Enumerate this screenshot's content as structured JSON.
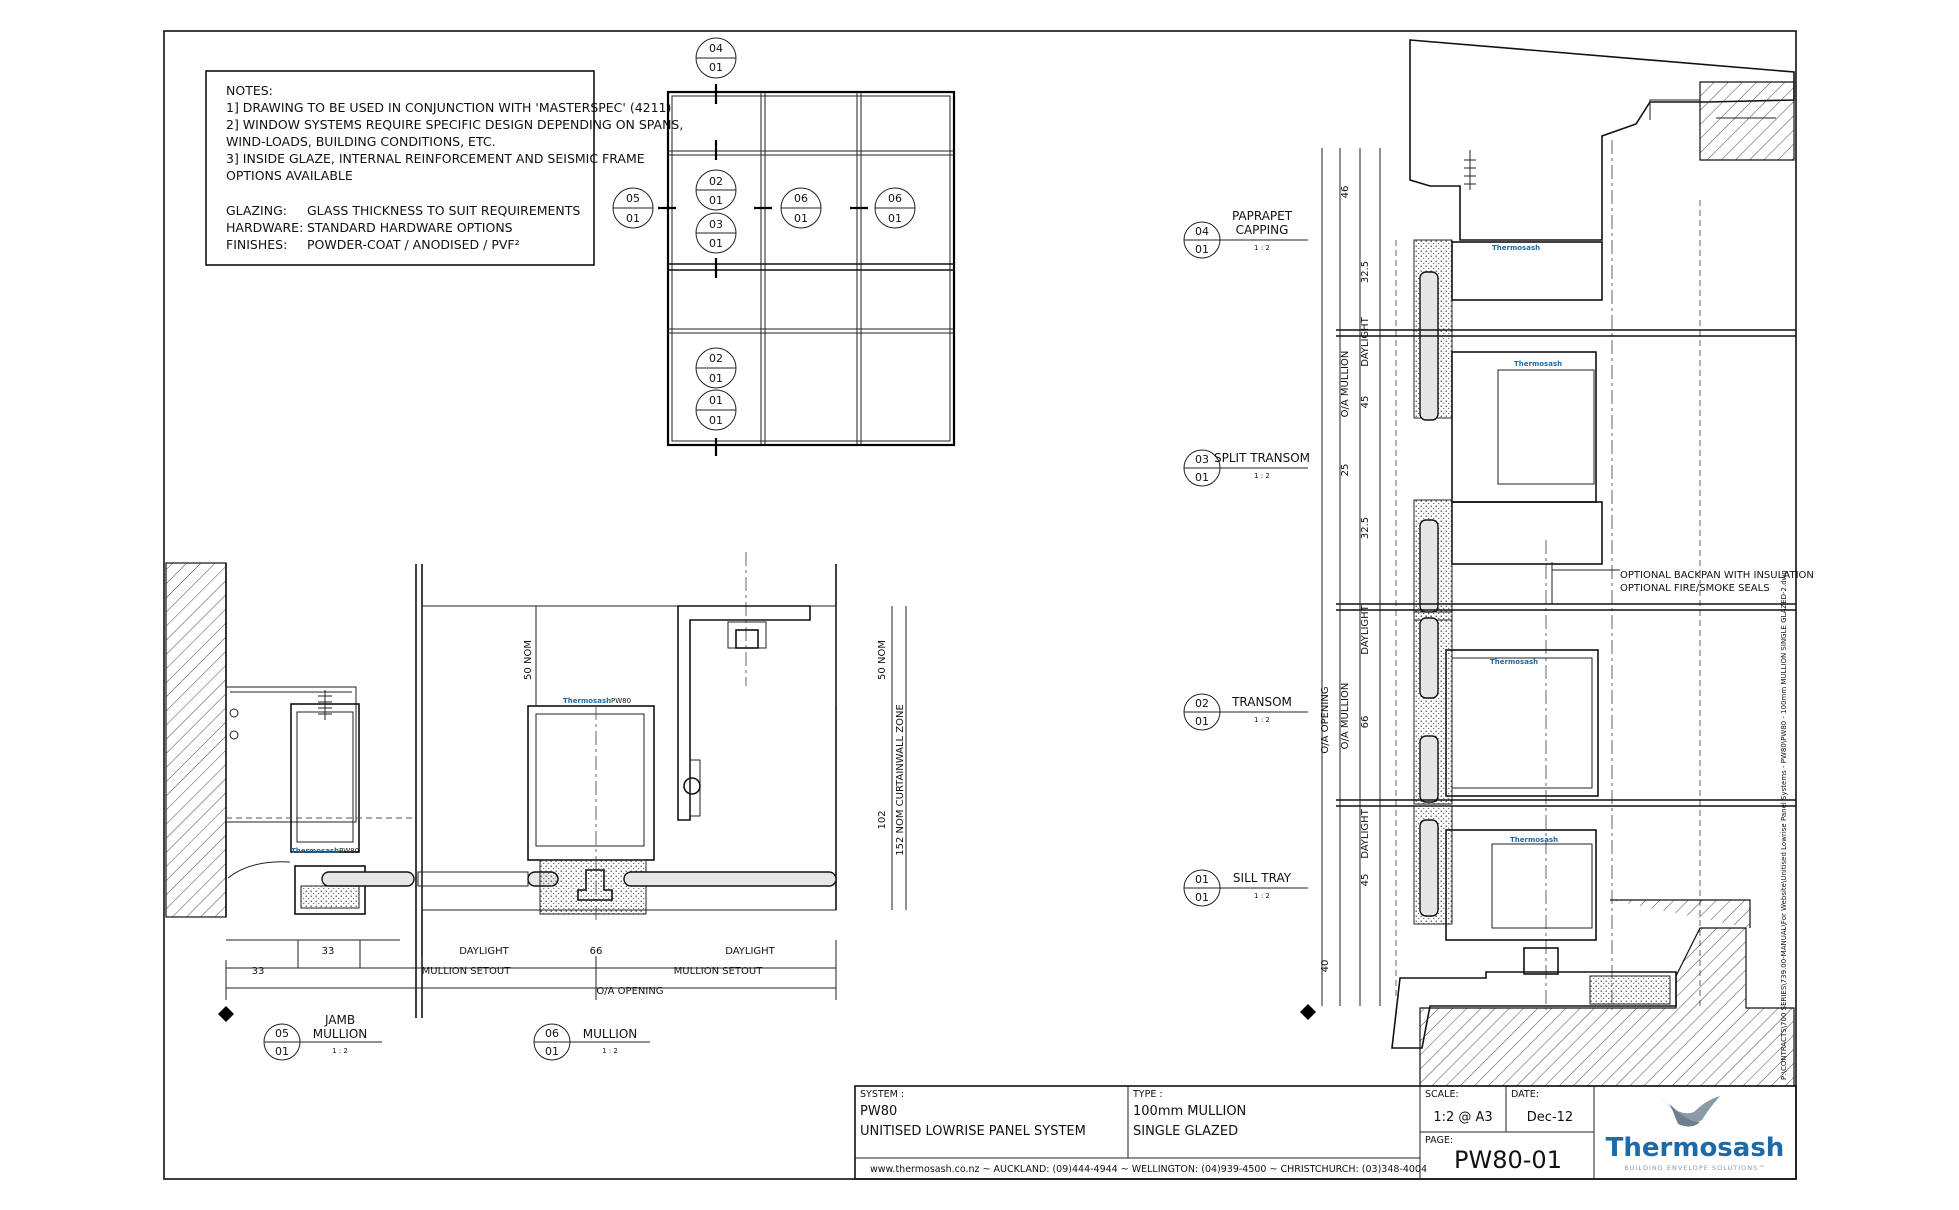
{
  "notes": {
    "heading": "NOTES:",
    "items": [
      "1] DRAWING TO BE USED IN CONJUNCTION WITH 'MASTERSPEC' (4211)",
      "2] WINDOW SYSTEMS REQUIRE SPECIFIC DESIGN DEPENDING ON SPANS,",
      "WIND-LOADS, BUILDING CONDITIONS, ETC.",
      "3] INSIDE GLAZE, INTERNAL REINFORCEMENT AND SEISMIC FRAME",
      "OPTIONS AVAILABLE"
    ],
    "specs": [
      {
        "key": "GLAZING:",
        "value": "GLASS THICKNESS TO SUIT REQUIREMENTS"
      },
      {
        "key": "HARDWARE:",
        "value": "STANDARD HARDWARE OPTIONS"
      },
      {
        "key": "FINISHES:",
        "value": "POWDER-COAT / ANODISED / PVF²"
      }
    ]
  },
  "elevation_tags": {
    "top": [
      "04",
      "01"
    ],
    "left": [
      "05",
      "01"
    ],
    "mid_a": [
      "02",
      "01"
    ],
    "mid_b": [
      "03",
      "01"
    ],
    "mid_c": [
      "06",
      "01"
    ],
    "right": [
      "06",
      "01"
    ],
    "low_a": [
      "02",
      "01"
    ],
    "low_b": [
      "01",
      "01"
    ]
  },
  "plan_section": {
    "jamb_tag": [
      "05",
      "01"
    ],
    "jamb_title": "JAMB",
    "jamb_subtitle": "MULLION",
    "jamb_scale": "1 : 2",
    "mullion_tag": [
      "06",
      "01"
    ],
    "mullion_title": "MULLION",
    "mullion_scale": "1 : 2",
    "dims": {
      "nom50_a": "50 NOM",
      "nom50_b": "50 NOM",
      "d102": "102",
      "zone": "152 NOM CURTAINWALL ZONE",
      "d33a": "33",
      "d33b": "33",
      "daylight_a": "DAYLIGHT",
      "d66": "66",
      "daylight_b": "DAYLIGHT",
      "setout_a": "MULLION SETOUT",
      "setout_b": "MULLION SETOUT",
      "opening": "O/A OPENING"
    },
    "profile_brand": "Thermosash",
    "profile_code": "PW80"
  },
  "vertical_section": {
    "tags": [
      {
        "num": [
          "04",
          "01"
        ],
        "title": "PAPRAPET",
        "title2": "CAPPING",
        "scale": "1 : 2"
      },
      {
        "num": [
          "03",
          "01"
        ],
        "title": "SPLIT TRANSOM",
        "title2": "",
        "scale": "1 : 2"
      },
      {
        "num": [
          "02",
          "01"
        ],
        "title": "TRANSOM",
        "title2": "",
        "scale": "1 : 2"
      },
      {
        "num": [
          "01",
          "01"
        ],
        "title": "SILL TRAY",
        "title2": "",
        "scale": "1 : 2"
      }
    ],
    "dims": {
      "d46": "46",
      "d325a": "32.5",
      "daylight_a": "DAYLIGHT",
      "d45a": "45",
      "oa_mullion_a": "O/A MULLION",
      "d25": "25",
      "d325b": "32.5",
      "daylight_b": "DAYLIGHT",
      "d66": "66",
      "oa_mullion_b": "O/A MULLION",
      "oa_opening": "O/A OPENING",
      "daylight_c": "DAYLIGHT",
      "d45b": "45",
      "d40": "40"
    },
    "callout_line1": "OPTIONAL BACKPAN WITH INSULATION",
    "callout_line2": "OPTIONAL FIRE/SMOKE SEALS",
    "file_path": "P:\\CONTRACTS\\700 SERIES\\739.00-MANUAL\\For Website\\Unitised Lowrise Panel Systems - PW80\\PW80 - 100mm MULLION SINGLE GLAZED-2.dwg"
  },
  "title_block": {
    "system_label": "SYSTEM :",
    "system_line1": "PW80",
    "system_line2": "UNITISED LOWRISE PANEL SYSTEM",
    "type_label": "TYPE :",
    "type_line1": "100mm MULLION",
    "type_line2": "SINGLE GLAZED",
    "scale_label": "SCALE:",
    "scale_value": "1:2 @ A3",
    "date_label": "DATE:",
    "date_value": "Dec-12",
    "page_label": "PAGE:",
    "page_value": "PW80-01",
    "contact": "www.thermosash.co.nz ~ AUCKLAND: (09)444-4944 ~ WELLINGTON: (04)939-4500 ~ CHRISTCHURCH: (03)348-4004",
    "logo_name": "Thermosash",
    "logo_tagline": "BUILDING ENVELOPE SOLUTIONS™"
  },
  "colors": {
    "line": "#111111",
    "brand": "#1e6aa8",
    "logo_bird": "#8a9aa8"
  }
}
